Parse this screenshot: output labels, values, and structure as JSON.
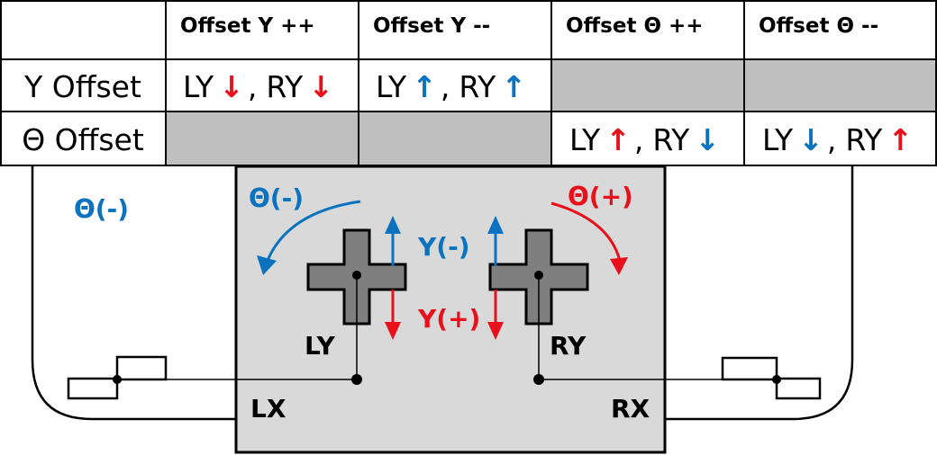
{
  "colors": {
    "red": "#e8111b",
    "blue": "#0a72bf",
    "gray_fill": "#bfbfbf",
    "body_fill": "#d9d9d9",
    "cross_fill": "#7f7f7f"
  },
  "table": {
    "headers": [
      "",
      "Offset Y ++",
      "Offset Y --",
      "Offset Θ ++",
      "Offset Θ --"
    ],
    "rows": [
      {
        "label": "Y Offset",
        "cells": [
          {
            "l": "LY",
            "l_arrow": "↓",
            "l_color": "red",
            "r": "RY",
            "r_arrow": "↓",
            "r_color": "red"
          },
          {
            "l": "LY",
            "l_arrow": "↑",
            "l_color": "blue",
            "r": "RY",
            "r_arrow": "↑",
            "r_color": "blue"
          },
          null,
          null
        ]
      },
      {
        "label": "Θ Offset",
        "cells": [
          null,
          null,
          {
            "l": "LY",
            "l_arrow": "↑",
            "l_color": "red",
            "r": "RY",
            "r_arrow": "↓",
            "r_color": "blue"
          },
          {
            "l": "LY",
            "l_arrow": "↓",
            "l_color": "blue",
            "r": "RY",
            "r_arrow": "↑",
            "r_color": "red"
          }
        ]
      }
    ],
    "separator": ","
  },
  "diagram": {
    "theta_minus_outer": "Θ(-)",
    "theta_minus_inner": "Θ(-)",
    "theta_plus": "Θ(+)",
    "y_minus": "Y(-)",
    "y_plus": "Y(+)",
    "ly": "LY",
    "ry": "RY",
    "lx": "LX",
    "rx": "RX"
  }
}
